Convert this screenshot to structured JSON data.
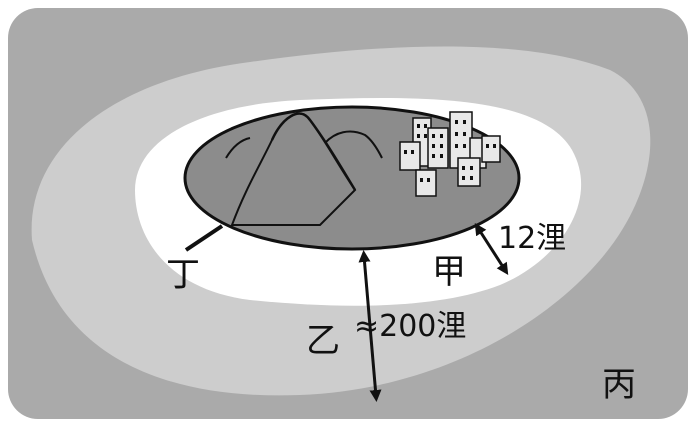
{
  "zones": {
    "jia": "甲",
    "yi": "乙",
    "bing": "丙",
    "ding": "丁"
  },
  "distances": {
    "inner": "12浬",
    "outer": "≈200浬"
  },
  "colors": {
    "frame": "#aaaaaa",
    "outer_zone": "#cdcdcd",
    "inner_zone": "#ffffff",
    "island": "#8c8c8c",
    "outline": "#111111"
  }
}
